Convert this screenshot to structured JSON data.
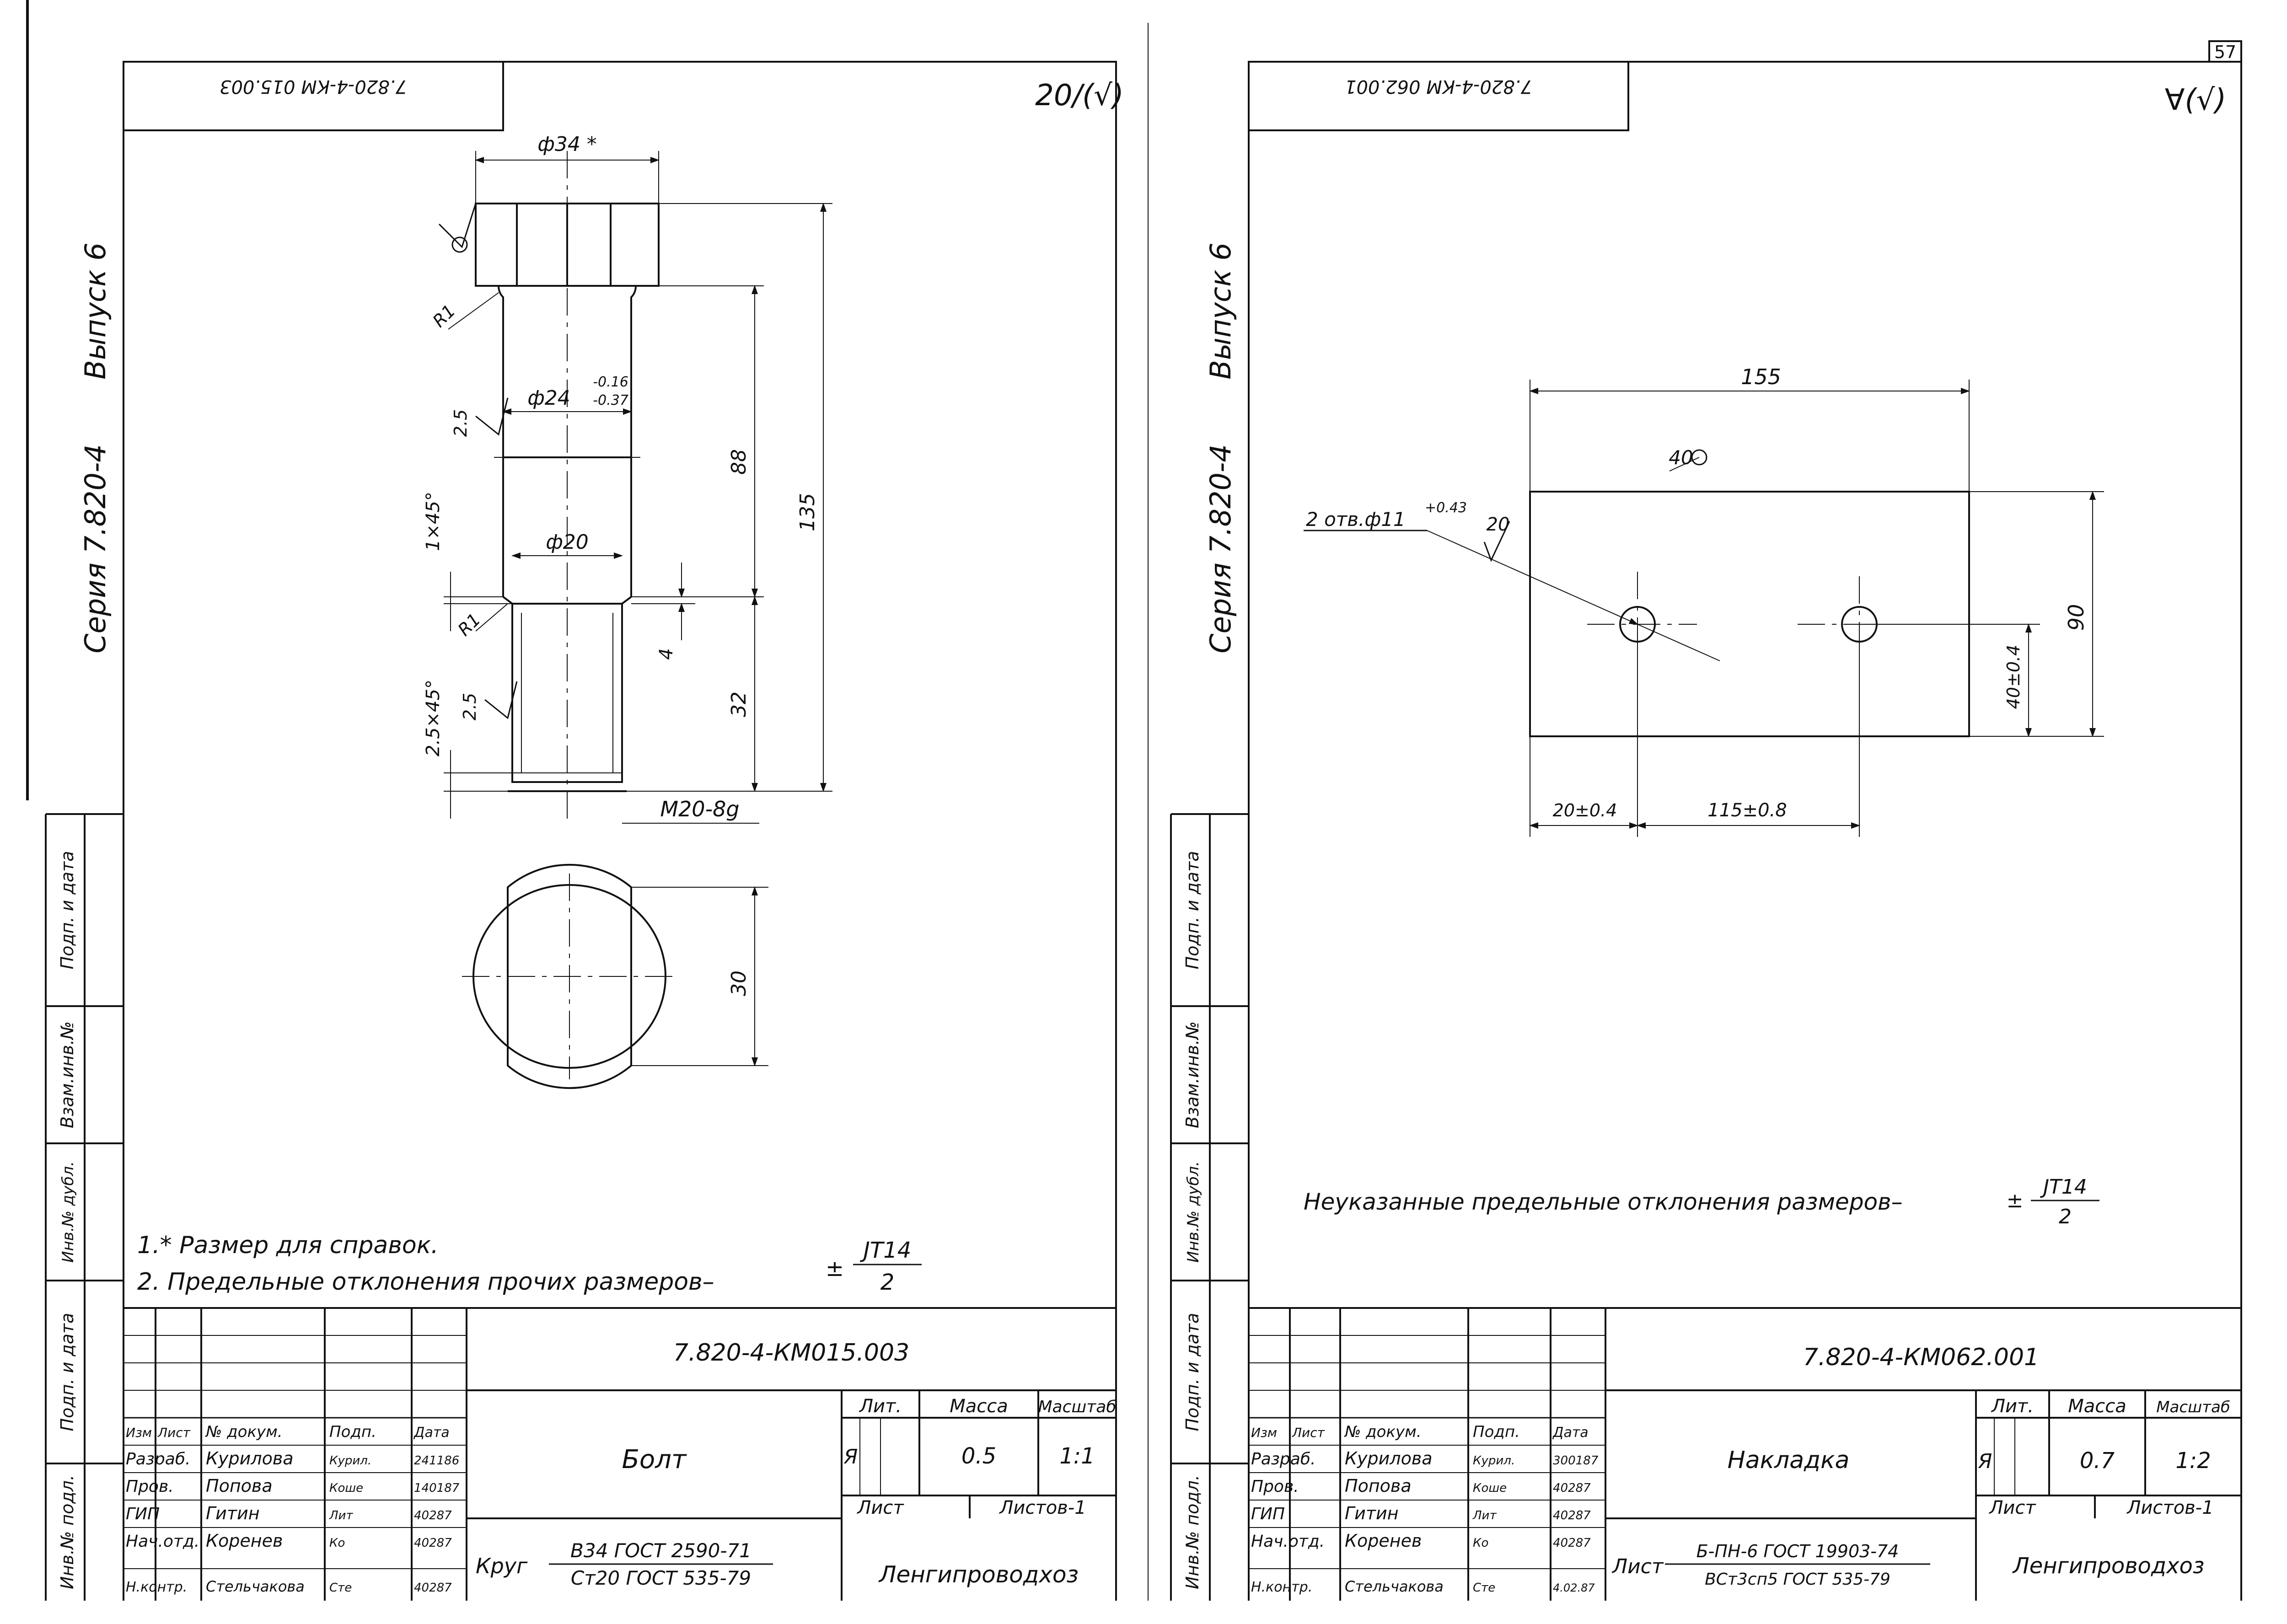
{
  "page_number": "57",
  "left_sheet": {
    "rotated_code": "7.820-4-КМ 015.003",
    "roughness": "20/(√)",
    "series": "Серия 7.820-4",
    "issue": "Выпуск 6",
    "dims": {
      "d34": "ф34 *",
      "d24": "ф24",
      "tol_upper": "-0.16",
      "tol_lower": "-0.37",
      "d20": "ф20",
      "r1a": "R1",
      "r1b": "R1",
      "rough_a": "2.5",
      "rough_b": "2.5",
      "ch1": "1×45°",
      "ch2": "2.5×45°",
      "len88": "88",
      "len135": "135",
      "len32": "32",
      "len4": "4",
      "thread": "М20-8g",
      "len30": "30"
    },
    "notes": [
      "1.* Размер для справок.",
      "2. Предельные отклонения   прочих размеров–"
    ],
    "tol_pm": "±",
    "tol_num": "JT14",
    "tol_den": "2",
    "stamp": {
      "doc_code": "7.820-4-КМ015.003",
      "name": "Болт",
      "lit_header": "Лит.",
      "mass_header": "Масса",
      "scale_header": "Масштаб",
      "lit": "Я",
      "mass": "0.5",
      "scale": "1:1",
      "sheet_label": "Лист",
      "sheets_label": "Листов-1",
      "org": "Ленгипроводхоз",
      "material_prefix": "Круг",
      "material_top": "В34 ГОСТ 2590-71",
      "material_bottom": "Ст20 ГОСТ 535-79",
      "headers": [
        "Изм",
        "Лист",
        "№ докум.",
        "Подп.",
        "Дата"
      ],
      "rows": [
        {
          "role": "Разраб.",
          "name": "Курилова",
          "sign": "Курил.",
          "date": "241186"
        },
        {
          "role": "Пров.",
          "name": "Попова",
          "sign": "Коше",
          "date": "140187"
        },
        {
          "role": "ГИП",
          "name": "Гитин",
          "sign": "Лит",
          "date": "40287"
        },
        {
          "role": "Нач.отд.",
          "name": "Коренев",
          "sign": "Ко",
          "date": "40287"
        },
        {
          "role": "Н.контр.",
          "name": "Стельчакова",
          "sign": "Сте",
          "date": "40287"
        }
      ]
    },
    "side_labels": [
      "Подп. и дата",
      "Взам.инв.№",
      "Инв.№ дубл.",
      "Подп. и дата",
      "Инв.№ подл."
    ]
  },
  "right_sheet": {
    "rotated_code": "7.820-4-КМ 062.001",
    "roughness": "∀(√)",
    "series": "Серия 7.820-4",
    "issue": "Выпуск 6",
    "dims": {
      "w155": "155",
      "thick": "40",
      "holes": "2 отв.ф11",
      "holes_tol": "+0.43",
      "rough": "20",
      "h90": "90",
      "h40": "40±0.4",
      "x20": "20±0.4",
      "x115": "115±0.8"
    },
    "note": "Неуказанные   предельные   отклонения   размеров–",
    "tol_pm": "±",
    "tol_num": "JT14",
    "tol_den": "2",
    "stamp": {
      "doc_code": "7.820-4-КМ062.001",
      "name": "Накладка",
      "lit_header": "Лит.",
      "mass_header": "Масса",
      "scale_header": "Масштаб",
      "lit": "Я",
      "mass": "0.7",
      "scale": "1:2",
      "sheet_label": "Лист",
      "sheets_label": "Листов-1",
      "org": "Ленгипроводхоз",
      "material_prefix": "Лист",
      "material_top": "Б-ПН-6 ГОСТ 19903-74",
      "material_bottom": "ВСт3сп5 ГОСТ 535-79",
      "headers": [
        "Изм",
        "Лист",
        "№ докум.",
        "Подп.",
        "Дата"
      ],
      "rows": [
        {
          "role": "Разраб.",
          "name": "Курилова",
          "sign": "Курил.",
          "date": "300187"
        },
        {
          "role": "Пров.",
          "name": "Попова",
          "sign": "Коше",
          "date": "40287"
        },
        {
          "role": "ГИП",
          "name": "Гитин",
          "sign": "Лит",
          "date": "40287"
        },
        {
          "role": "Нач.отд.",
          "name": "Коренев",
          "sign": "Ко",
          "date": "40287"
        },
        {
          "role": "Н.контр.",
          "name": "Стельчакова",
          "sign": "Сте",
          "date": "4.02.87"
        }
      ]
    },
    "side_labels": [
      "Подп. и дата",
      "Взам.инв.№",
      "Инв.№ дубл.",
      "Подп. и дата",
      "Инв.№ подл."
    ]
  }
}
